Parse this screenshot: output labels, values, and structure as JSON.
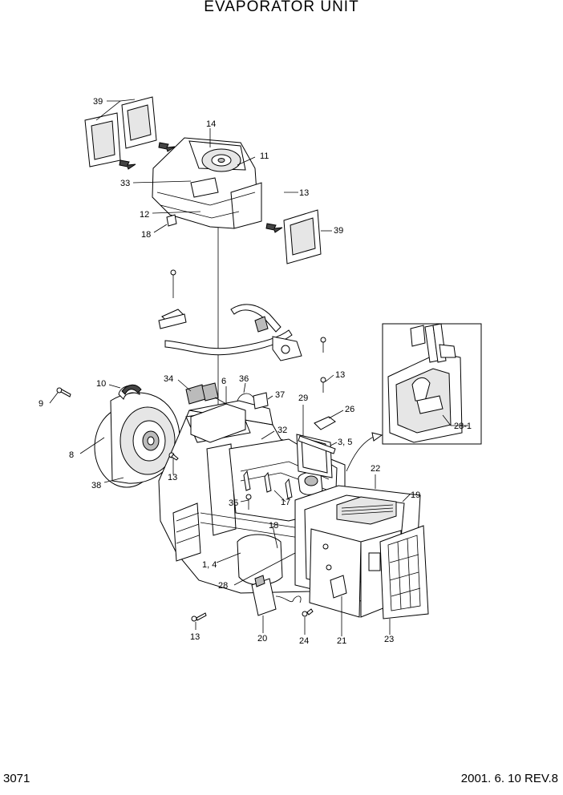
{
  "title": "EVAPORATOR UNIT",
  "footer": {
    "page": "3071",
    "revision": "2001. 6. 10 REV.8"
  },
  "callouts": {
    "c1": "39",
    "c2": "14",
    "c3": "11",
    "c4": "33",
    "c5": "13",
    "c6": "12",
    "c7": "18",
    "c8": "39",
    "c9": "10",
    "c10": "9",
    "c11": "34",
    "c12": "6",
    "c13": "36",
    "c14": "37",
    "c15": "13",
    "c16": "29",
    "c17": "26",
    "c18": "8",
    "c19": "32",
    "c20": "3, 5",
    "c21": "28-1",
    "c22": "13",
    "c23": "38",
    "c24": "22",
    "c25": "19",
    "c26": "35",
    "c27": "17",
    "c28": "18",
    "c29": "1, 4",
    "c30": "28",
    "c31": "13",
    "c32": "20",
    "c33": "24",
    "c34": "21",
    "c35": "23"
  }
}
